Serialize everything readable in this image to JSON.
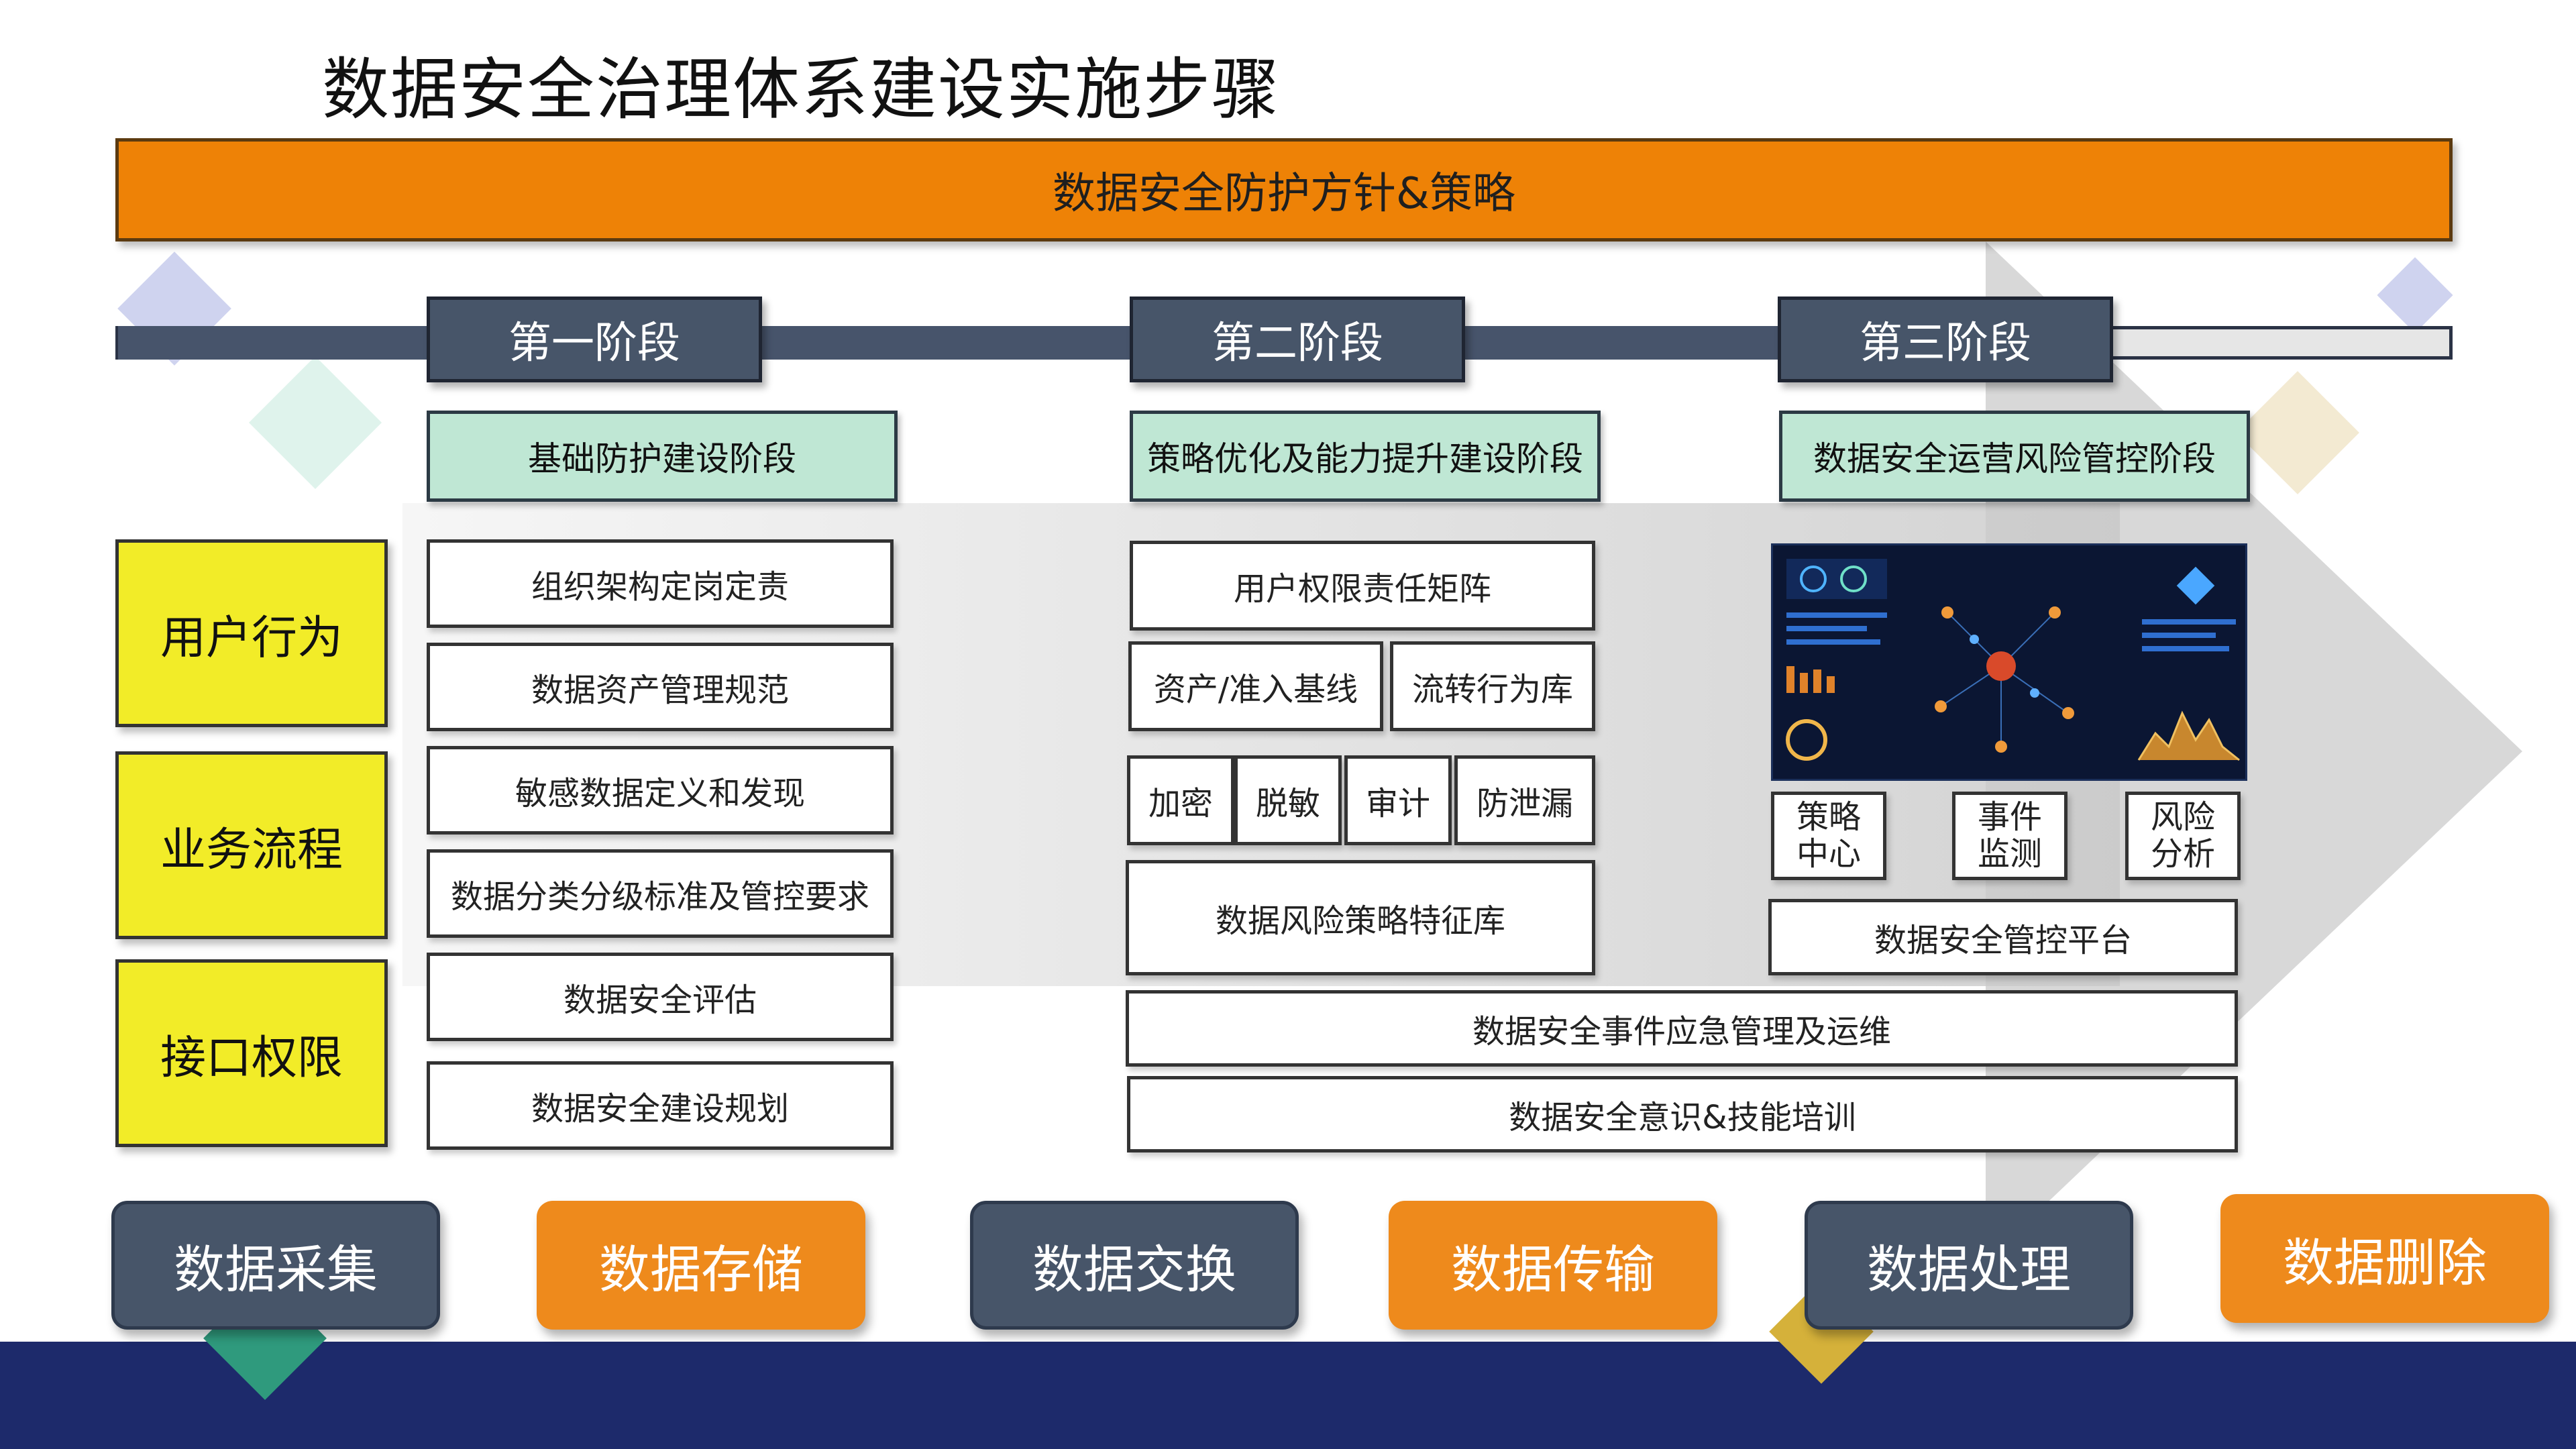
{
  "title": "数据安全治理体系建设实施步骤",
  "banner": "数据安全防护方针&策略",
  "stages": [
    "第一阶段",
    "第二阶段",
    "第三阶段"
  ],
  "phases": [
    "基础防护建设阶段",
    "策略优化及能力提升建设阶段",
    "数据安全运营风险管控阶段"
  ],
  "left_labels": [
    "用户行为",
    "业务流程",
    "接口权限"
  ],
  "stage1_items": [
    "组织架构定岗定责",
    "数据资产管理规范",
    "敏感数据定义和发现",
    "数据分类分级标准及管控要求",
    "数据安全评估",
    "数据安全建设规划"
  ],
  "stage2": {
    "matrix": "用户权限责任矩阵",
    "baseline": "资产/准入基线",
    "flow": "流转行为库",
    "encrypt": "加密",
    "mask": "脱敏",
    "audit": "审计",
    "dlp": "防泄漏",
    "features": "数据风险策略特征库"
  },
  "stage3": {
    "policy_center_1": "策略",
    "policy_center_2": "中心",
    "event_monitor_1": "事件",
    "event_monitor_2": "监测",
    "risk_analysis_1": "风险",
    "risk_analysis_2": "分析",
    "platform": "数据安全管控平台"
  },
  "shared": {
    "incident": "数据安全事件应急管理及运维",
    "training": "数据安全意识&技能培训"
  },
  "lifecycle": [
    "数据采集",
    "数据存储",
    "数据交换",
    "数据传输",
    "数据处理",
    "数据删除"
  ],
  "colors": {
    "orange": "#ee8206",
    "slate": "#475569",
    "mint": "#bfe7d4",
    "yellow": "#f2ec28",
    "navy": "#1d2a6b"
  }
}
